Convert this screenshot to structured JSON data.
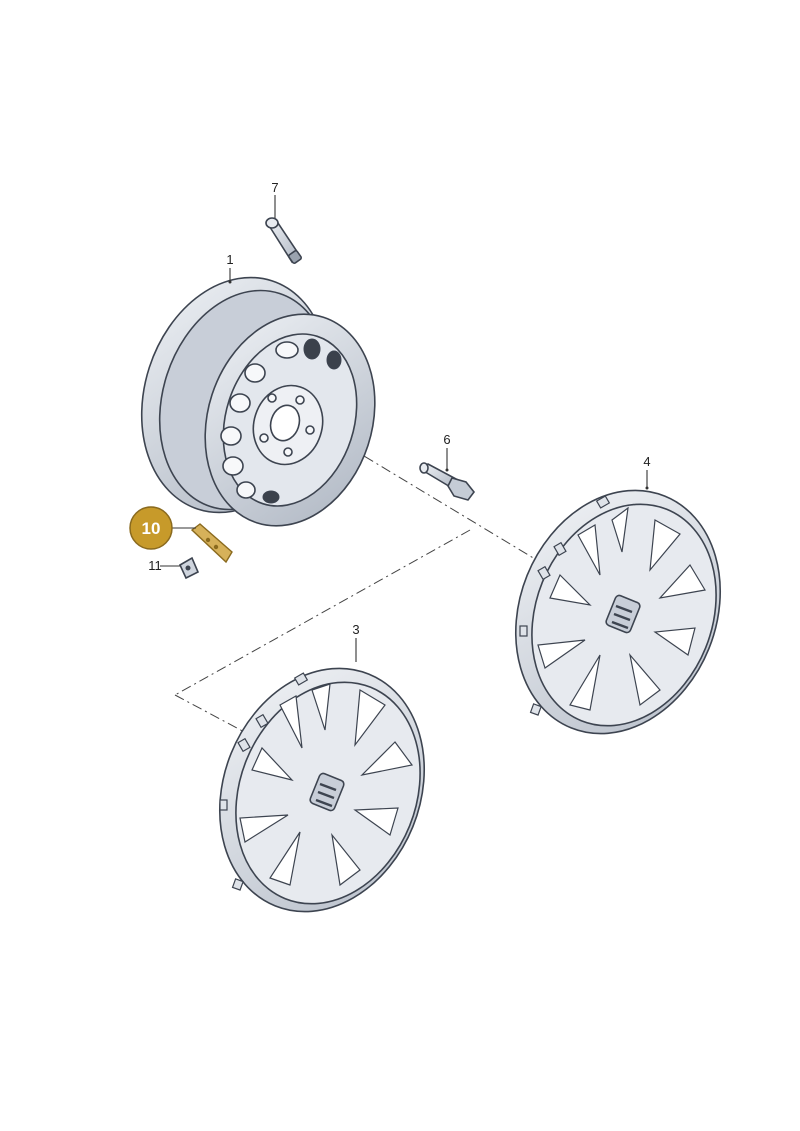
{
  "callouts": {
    "wheel": "1",
    "cover_front": "3",
    "cover_rear": "4",
    "bolt": "6",
    "valve": "7",
    "weight": "10",
    "clip": "11"
  },
  "colors": {
    "highlight": "#c79a2a",
    "part_fill": "#d9dee6",
    "part_shade": "#b9c0cb",
    "part_dark": "#8d96a3",
    "outline": "#3d4450"
  },
  "icons": {
    "wheel": "steel-wheel-icon",
    "cover": "wheel-cover-icon",
    "bolt": "wheel-bolt-icon",
    "valve": "tire-valve-icon",
    "weight": "balance-weight-icon",
    "clip": "clip-icon"
  }
}
